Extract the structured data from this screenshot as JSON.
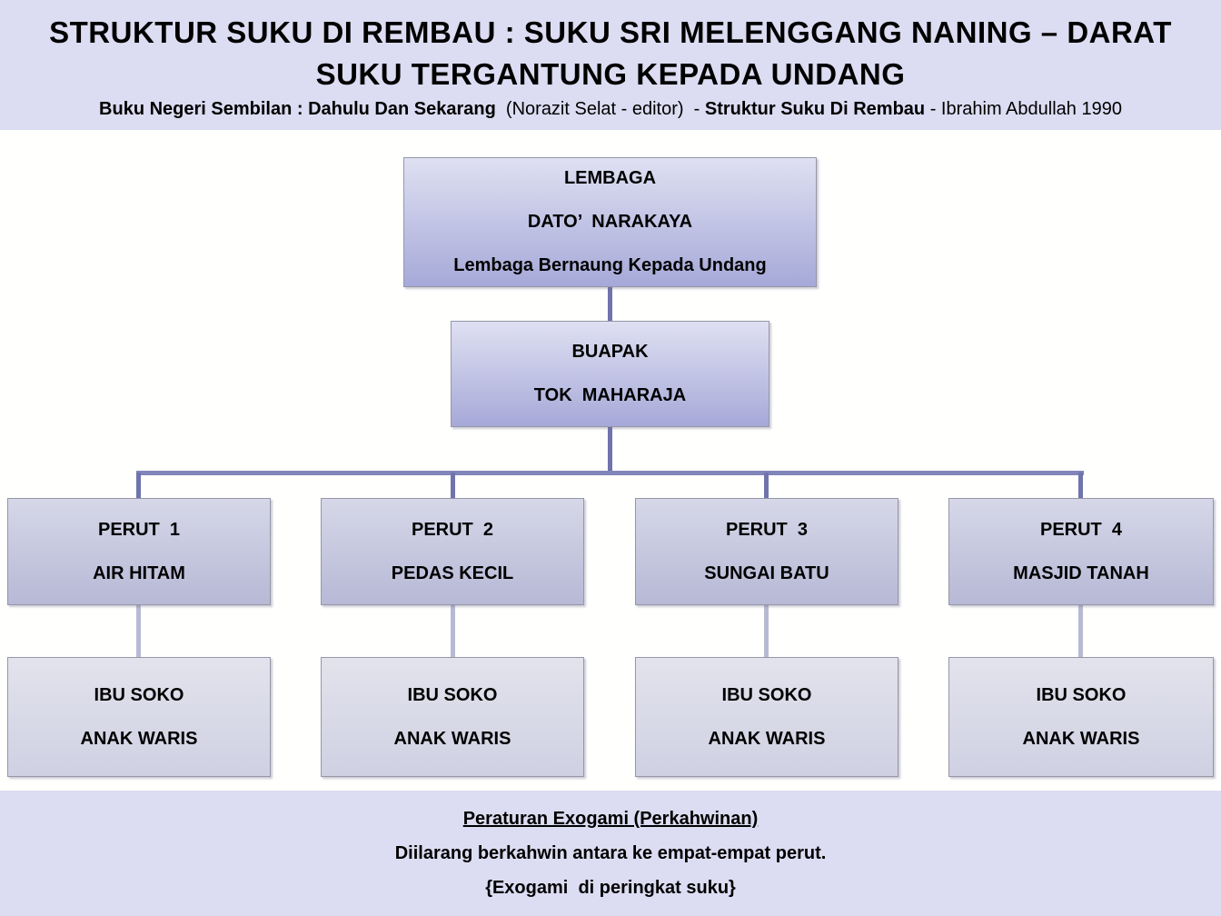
{
  "header": {
    "title_line1": "STRUKTUR SUKU DI REMBAU : SUKU SRI MELENGGANG NANING – DARAT",
    "title_line2": "SUKU TERGANTUNG KEPADA UNDANG",
    "subtitle": {
      "book_bold": "Buku Negeri Sembilan : Dahulu Dan Sekarang",
      "editor": "  (Norazit Selat - editor)  ",
      "dash": "- ",
      "chapter_bold": "Struktur Suku Di Rembau",
      "author": " - Ibrahim Abdullah 1990"
    }
  },
  "chart": {
    "root": {
      "line1": "LEMBAGA",
      "line2": "DATO’  NARAKAYA",
      "line3": "Lembaga Bernaung Kepada Undang"
    },
    "level2": {
      "line1": "BUAPAK",
      "line2": "TOK  MAHARAJA"
    },
    "peruts": [
      {
        "line1": "PERUT  1",
        "line2": "AIR HITAM"
      },
      {
        "line1": "PERUT  2",
        "line2": "PEDAS KECIL"
      },
      {
        "line1": "PERUT  3",
        "line2": "SUNGAI BATU"
      },
      {
        "line1": "PERUT  4",
        "line2": "MASJID TANAH"
      }
    ],
    "ibu_soko": [
      {
        "line1": "IBU SOKO",
        "line2": "ANAK WARIS"
      },
      {
        "line1": "IBU SOKO",
        "line2": "ANAK WARIS"
      },
      {
        "line1": "IBU SOKO",
        "line2": "ANAK WARIS"
      },
      {
        "line1": "IBU SOKO",
        "line2": "ANAK WARIS"
      }
    ]
  },
  "footer": {
    "line1": "Peraturan Exogami (Perkahwinan)",
    "line2": "Diilarang berkahwin antara ke empat-empat perut.",
    "line3": "{Exogami  di peringkat suku}"
  },
  "colors": {
    "panel_bg": "#dcdcf2",
    "canvas_bg": "#fffffe",
    "box1_top": "#dfe0f2",
    "box1_bottom": "#a6a9d8",
    "box2_top": "#d6d7e8",
    "box2_bottom": "#b7b9d6",
    "box3_top": "#e3e3ed",
    "box3_bottom": "#cfd0e2",
    "border": "#9597a8",
    "connector_dark": "#6f74ac",
    "connector_mid": "#8186ba",
    "connector_light": "#b7bad2",
    "text": "#000000"
  }
}
